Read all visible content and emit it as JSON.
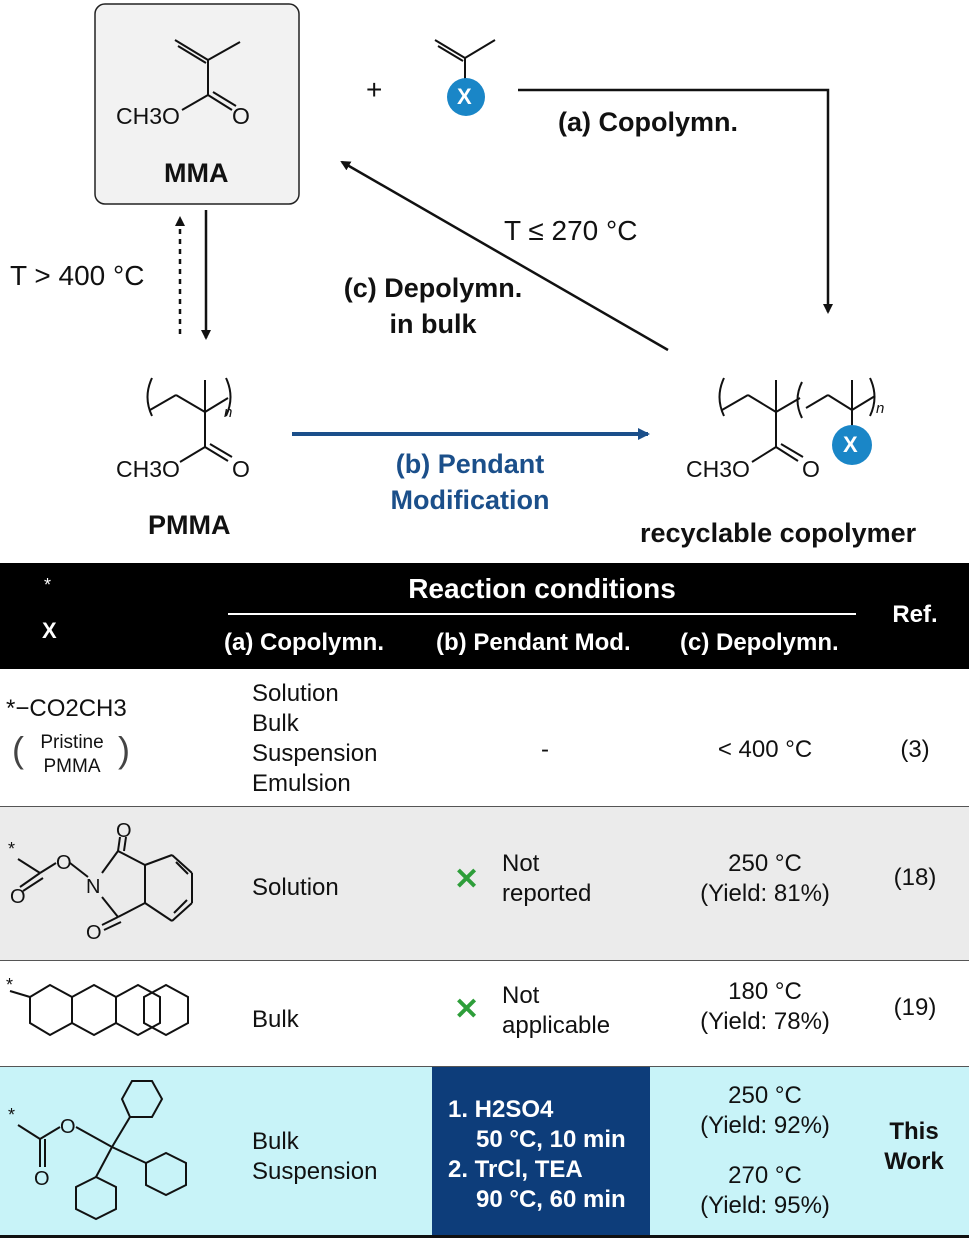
{
  "scheme": {
    "mma_label": "MMA",
    "ch3o": "CH3O",
    "o": "O",
    "plus": "+",
    "x": "X",
    "arrow_a": "(a) Copolymn.",
    "arrow_c_temp": "T ≤ 270 °C",
    "arrow_c_line1": "(c) Depolymn.",
    "arrow_c_line2": "in bulk",
    "mma_pmma_temp": "T > 400 °C",
    "pmma_label": "PMMA",
    "n": "n",
    "arrow_b_line1": "(b) Pendant",
    "arrow_b_line2": "Modification",
    "copolymer_label": "recyclable copolymer"
  },
  "table": {
    "header_group": "Reaction conditions",
    "col_a": "(a) Copolymn.",
    "col_b": "(b) Pendant Mod.",
    "col_c": "(c) Depolymn.",
    "col_ref": "Ref.",
    "rows": [
      {
        "substituent": "*−CO2CH3",
        "substituent_note_1": "Pristine",
        "substituent_note_2": "PMMA",
        "copolymn": [
          "Solution",
          "Bulk",
          "Suspension",
          "Emulsion"
        ],
        "pendant": "-",
        "depolymn": [
          "< 400 °C"
        ],
        "ref": "(3)"
      },
      {
        "copolymn": [
          "Solution"
        ],
        "pendant_mark": "✕",
        "pendant": [
          "Not",
          "reported"
        ],
        "depolymn": [
          "250 °C",
          "(Yield: 81%)"
        ],
        "ref": "(18)"
      },
      {
        "copolymn": [
          "Bulk"
        ],
        "pendant_mark": "✕",
        "pendant": [
          "Not",
          "applicable"
        ],
        "depolymn": [
          "180 °C",
          "(Yield: 78%)"
        ],
        "ref": "(19)"
      },
      {
        "copolymn": [
          "Bulk",
          "Suspension"
        ],
        "pendant": [
          "1. H2SO4",
          "50 °C, 10 min",
          "2. TrCl, TEA",
          "90 °C, 60 min"
        ],
        "depolymn": [
          "250 °C",
          "(Yield: 92%)",
          "270 °C",
          "(Yield: 95%)"
        ],
        "ref": [
          "This",
          "Work"
        ]
      }
    ]
  },
  "colors": {
    "x_badge": "#1a86c7",
    "arrow_b": "#1b4f8a",
    "row_gray": "#ebebeb",
    "row_highlight": "#c8f3f8",
    "pendant_dark": "#0d3d7a",
    "cross_green": "#2e9e3a"
  }
}
